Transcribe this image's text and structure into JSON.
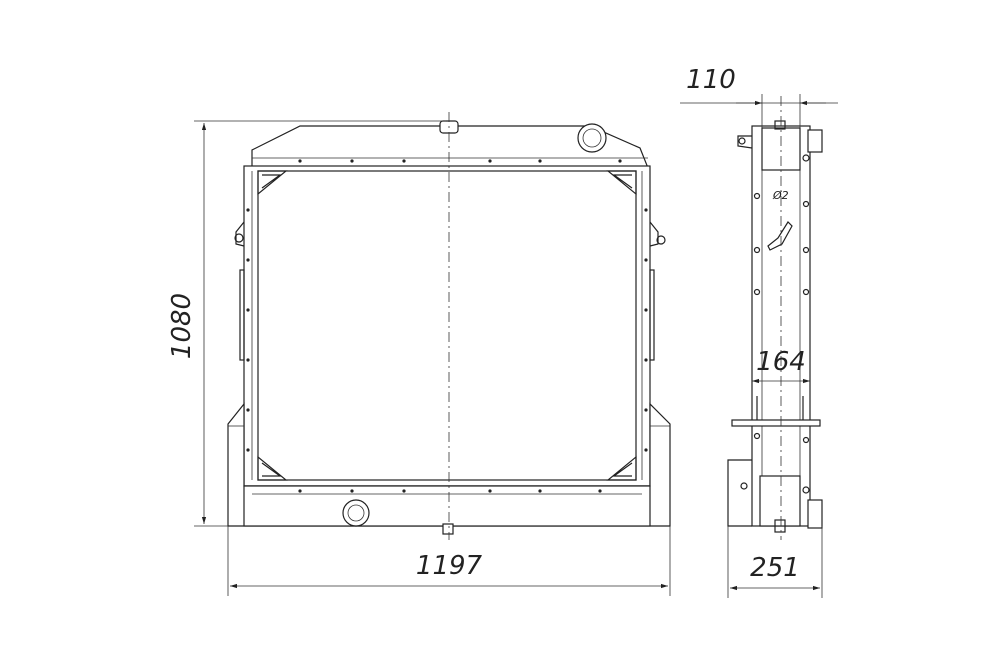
{
  "drawing": {
    "dimensions": {
      "height": "1080",
      "width": "1197",
      "side_top": "110",
      "side_mid": "164",
      "side_bottom": "251"
    },
    "labels": {
      "side_mark": "Ø2"
    },
    "colors": {
      "line": "#222222",
      "background": "#ffffff"
    }
  }
}
